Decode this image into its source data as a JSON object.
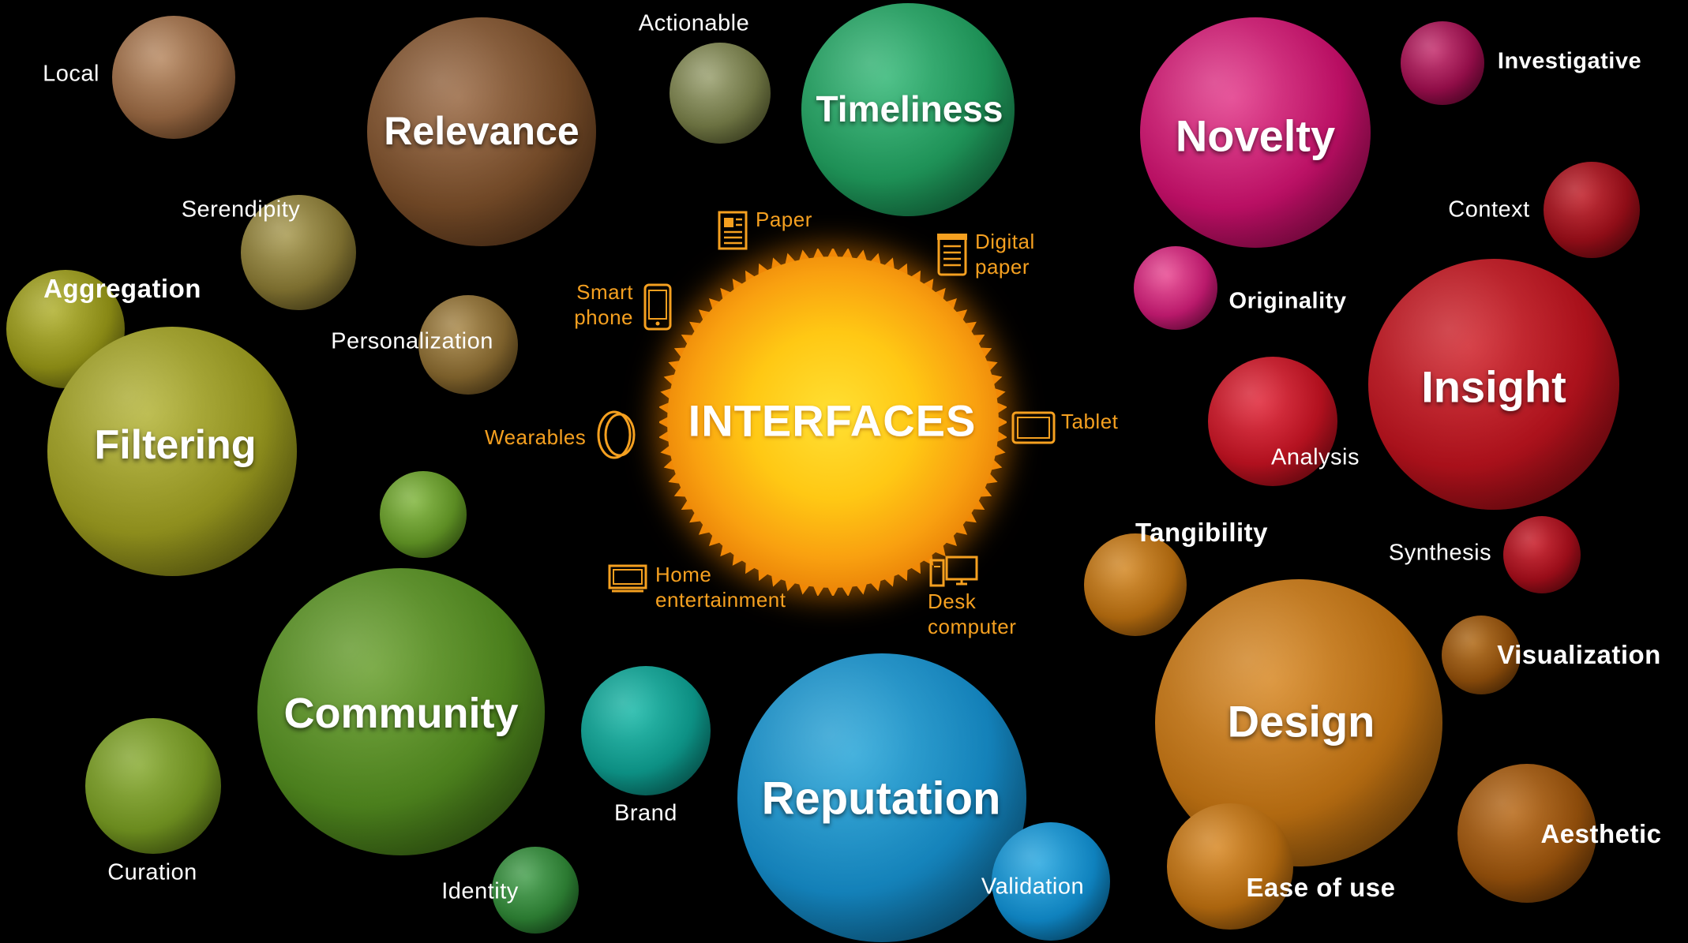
{
  "center": {
    "label": "INTERFACES",
    "color": "#ffc814"
  },
  "devices": {
    "paper": "Paper",
    "digital_paper_1": "Digital",
    "digital_paper_2": "paper",
    "smart_phone_1": "Smart",
    "smart_phone_2": "phone",
    "tablet": "Tablet",
    "wearables": "Wearables",
    "home_ent_1": "Home",
    "home_ent_2": "entertainment",
    "desk_1": "Desk",
    "desk_2": "computer",
    "accent": "#f5a020"
  },
  "major_planets": {
    "relevance": "Relevance",
    "timeliness": "Timeliness",
    "novelty": "Novelty",
    "filtering": "Filtering",
    "insight": "Insight",
    "community": "Community",
    "reputation": "Reputation",
    "design": "Design"
  },
  "moons": {
    "local": "Local",
    "actionable": "Actionable",
    "investigative": "Investigative",
    "serendipity": "Serendipity",
    "context": "Context",
    "aggregation": "Aggregation",
    "originality": "Originality",
    "personalization": "Personalization",
    "analysis": "Analysis",
    "tangibility": "Tangibility",
    "synthesis": "Synthesis",
    "visualization": "Visualization",
    "brand": "Brand",
    "curation": "Curation",
    "aesthetic": "Aesthetic",
    "identity": "Identity",
    "validation": "Validation",
    "ease_of_use": "Ease of use"
  },
  "colors": {
    "brown": "#7a4f2a",
    "teal_green": "#1f9a5c",
    "magenta": "#c8106a",
    "olive": "#9a9a1a",
    "crimson": "#b0101a",
    "green": "#4a8a1e",
    "blue": "#1680b8",
    "orange": "#c87810"
  }
}
